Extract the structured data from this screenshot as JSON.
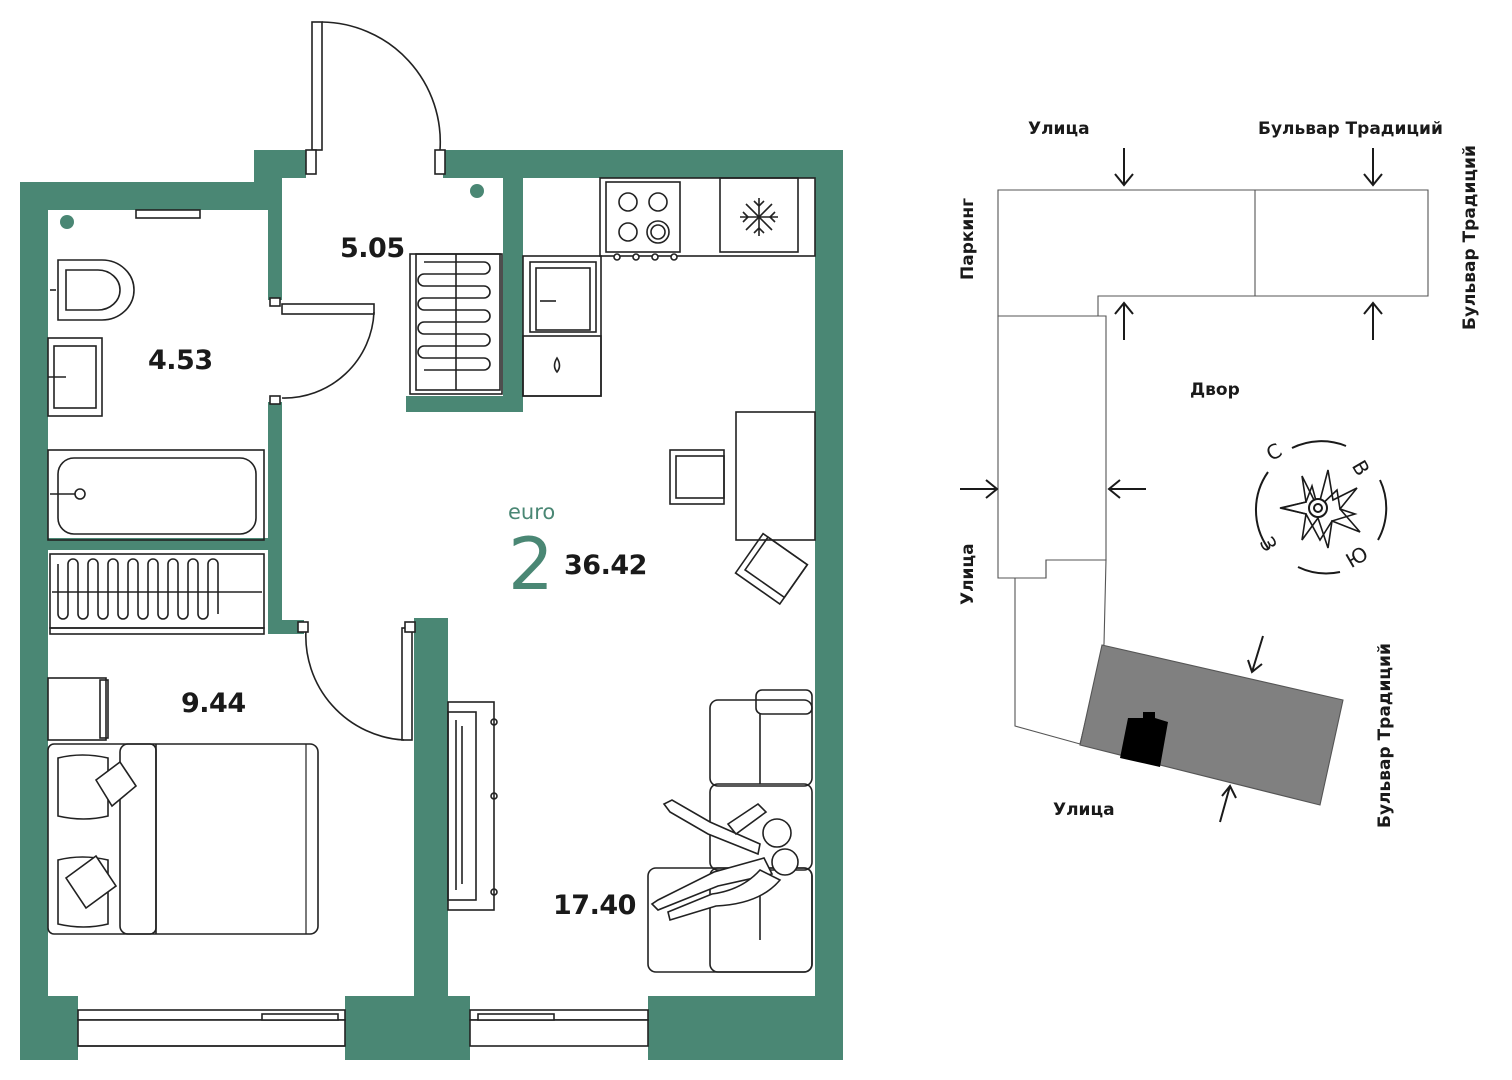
{
  "plan": {
    "rooms": [
      {
        "name": "bathroom",
        "area": "4.53"
      },
      {
        "name": "hallway",
        "area": "5.05"
      },
      {
        "name": "bedroom",
        "area": "9.44"
      },
      {
        "name": "living-kitchen",
        "area": "17.40"
      }
    ],
    "total": {
      "type_label": "euro",
      "rooms_count": "2",
      "area": "36.42"
    }
  },
  "site": {
    "labels": {
      "street_top": "Улица",
      "boulevard_top": "Бульвар Традиций",
      "boulevard_right_top": "Бульвар Традиций",
      "parking": "Паркинг",
      "yard": "Двор",
      "street_left": "Улица",
      "street_bottom": "Улица",
      "boulevard_right_bottom": "Бульвар Традиций"
    },
    "compass": {
      "north": "С",
      "east": "В",
      "south": "Ю",
      "west": "З"
    }
  },
  "colors": {
    "wall": "#4a8774",
    "accent": "#4a8774",
    "building_dark": "#808080",
    "ink": "#1a1a1a"
  }
}
